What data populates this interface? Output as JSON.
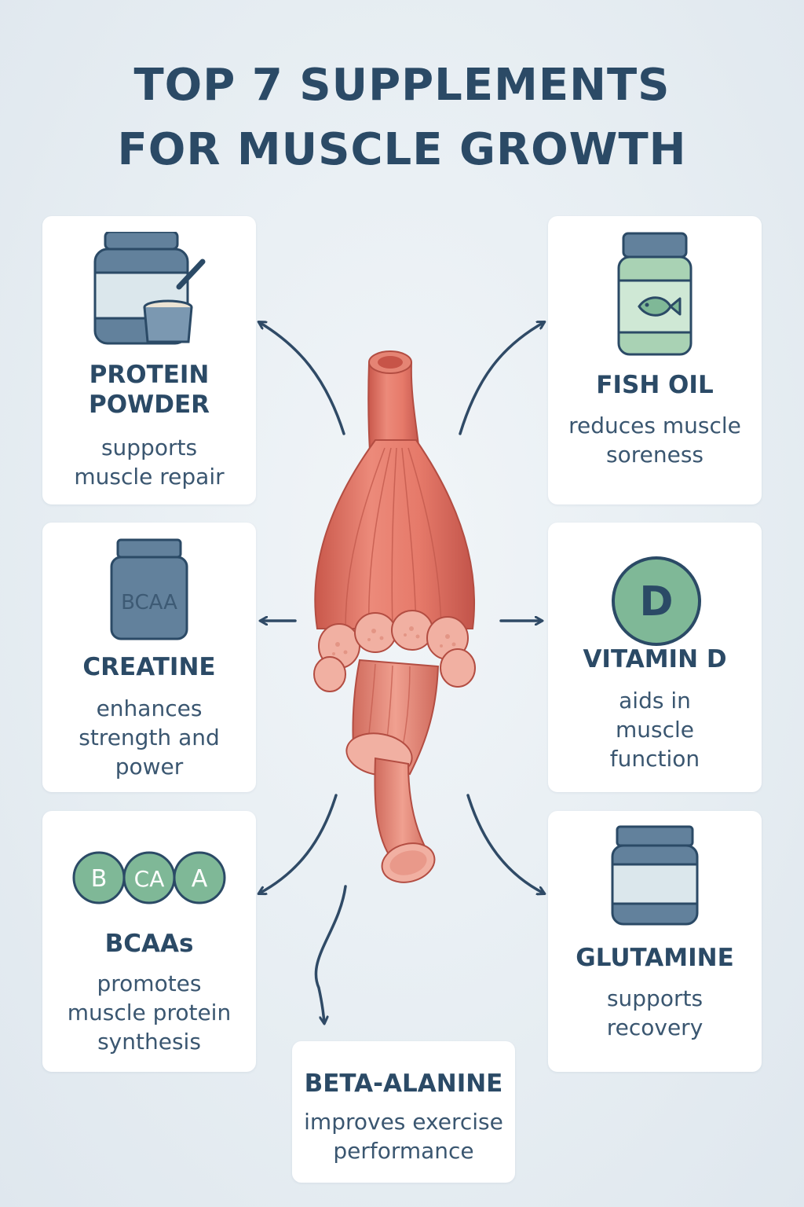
{
  "title": {
    "line1": "TOP 7 SUPPLEMENTS",
    "line2": "FOR MUSCLE GROWTH"
  },
  "colors": {
    "background": "#e8eef2",
    "card": "#ffffff",
    "text_dark": "#2b4a66",
    "jar_blue": "#62819c",
    "jar_label": "#dbe7ec",
    "green": "#7fb897",
    "muscle": "#e07868",
    "arrow": "#2f4a66"
  },
  "supplements": [
    {
      "name": "PROTEIN POWDER",
      "description": "supports muscle repair",
      "icon": "protein-jar-scoop-icon"
    },
    {
      "name": "FISH OIL",
      "description": "reduces muscle soreness",
      "icon": "fish-oil-bottle-icon"
    },
    {
      "name": "CREATINE",
      "description": "enhances strength and power",
      "icon": "bcaa-jar-icon",
      "icon_text": "BCAA"
    },
    {
      "name": "VITAMIN D",
      "description": "aids in muscle function",
      "icon": "vitamin-d-icon",
      "icon_text": "D"
    },
    {
      "name": "BCAAs",
      "description": "promotes muscle protein synthesis",
      "icon": "bcaa-circles-icon",
      "icon_letters": [
        "B",
        "CA",
        "A"
      ]
    },
    {
      "name": "GLUTAMINE",
      "description": "supports recovery",
      "icon": "glutamine-jar-icon"
    },
    {
      "name": "BETA-ALANINE",
      "description": "improves exercise performance"
    }
  ],
  "center": {
    "icon": "muscle-fiber-icon"
  }
}
